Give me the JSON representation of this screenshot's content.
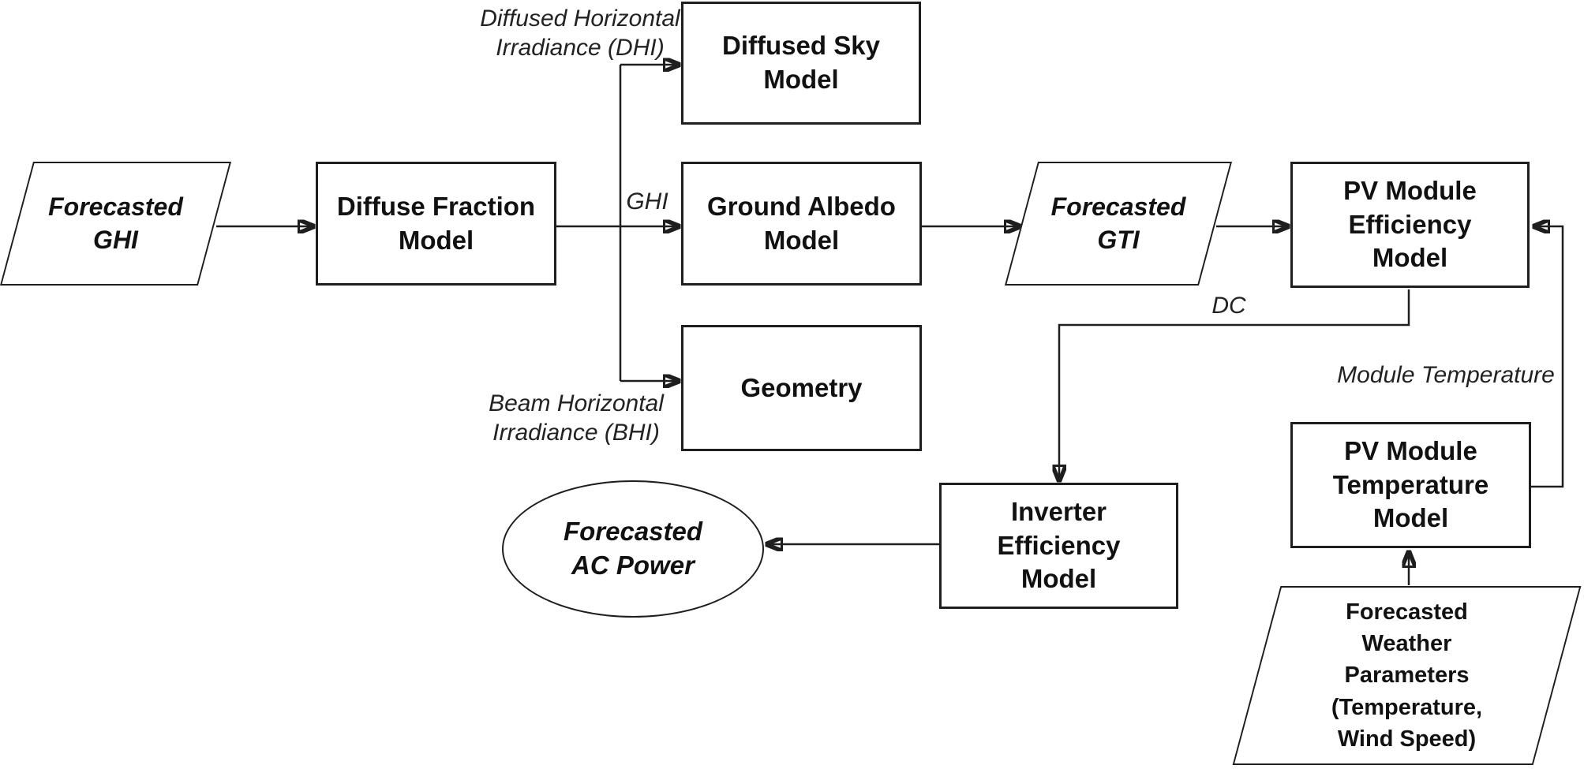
{
  "diagram": {
    "background": "#ffffff",
    "stroke_color": "#1e1e1e",
    "text_color": "#111111",
    "nodes": {
      "forecasted_ghi": {
        "label": "Forecasted\nGHI",
        "shape": "parallelogram"
      },
      "diffuse_fraction_model": {
        "label": "Diffuse Fraction\nModel",
        "shape": "process"
      },
      "diffused_sky_model": {
        "label": "Diffused Sky\nModel",
        "shape": "process"
      },
      "ground_albedo_model": {
        "label": "Ground Albedo\nModel",
        "shape": "process"
      },
      "geometry": {
        "label": "Geometry",
        "shape": "process"
      },
      "forecasted_gti": {
        "label": "Forecasted\nGTI",
        "shape": "parallelogram"
      },
      "pv_module_efficiency_model": {
        "label": "PV Module\nEfficiency\nModel",
        "shape": "process"
      },
      "pv_module_temperature_model": {
        "label": "PV Module\nTemperature\nModel",
        "shape": "process"
      },
      "forecasted_weather_parameters": {
        "label": "Forecasted\nWeather\nParameters\n(Temperature,\nWind Speed)",
        "shape": "parallelogram"
      },
      "inverter_efficiency_model": {
        "label": "Inverter\nEfficiency\nModel",
        "shape": "process"
      },
      "forecasted_ac_power": {
        "label": "Forecasted\nAC Power",
        "shape": "terminator"
      }
    },
    "edge_labels": {
      "dhi": "Diffused Horizontal\nIrradiance (DHI)",
      "ghi": "GHI",
      "bhi": "Beam Horizontal\nIrradiance (BHI)",
      "dc": "DC",
      "module_temperature": "Module Temperature"
    }
  }
}
